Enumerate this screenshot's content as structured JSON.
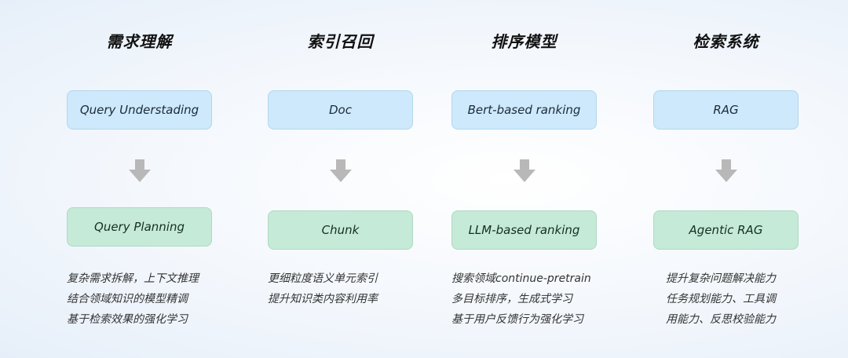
{
  "colors": {
    "top_box_fill": "#cde9fb",
    "bottom_box_fill": "#c5ead7",
    "arrow": "#b8b8b8",
    "title_text": "#111111",
    "desc_text": "#333333"
  },
  "columns": [
    {
      "title": "需求理解",
      "top_box": "Query Understading",
      "bottom_box": "Query Planning",
      "description": [
        "复杂需求拆解，上下文推理",
        "结合领域知识的模型精调",
        "基于检索效果的强化学习"
      ]
    },
    {
      "title": "索引召回",
      "top_box": "Doc",
      "bottom_box": "Chunk",
      "description": [
        "更细粒度语义单元索引",
        "提升知识类内容利用率"
      ]
    },
    {
      "title": "排序模型",
      "top_box": "Bert-based ranking",
      "bottom_box": "LLM-based ranking",
      "description": [
        "搜索领域continue-pretrain",
        "多目标排序，生成式学习",
        "基于用户反馈行为强化学习"
      ]
    },
    {
      "title": "检索系统",
      "top_box": "RAG",
      "bottom_box": "Agentic RAG",
      "description": [
        "提升复杂问题解决能力",
        "任务规划能力、工具调",
        "用能力、反思校验能力"
      ]
    }
  ]
}
